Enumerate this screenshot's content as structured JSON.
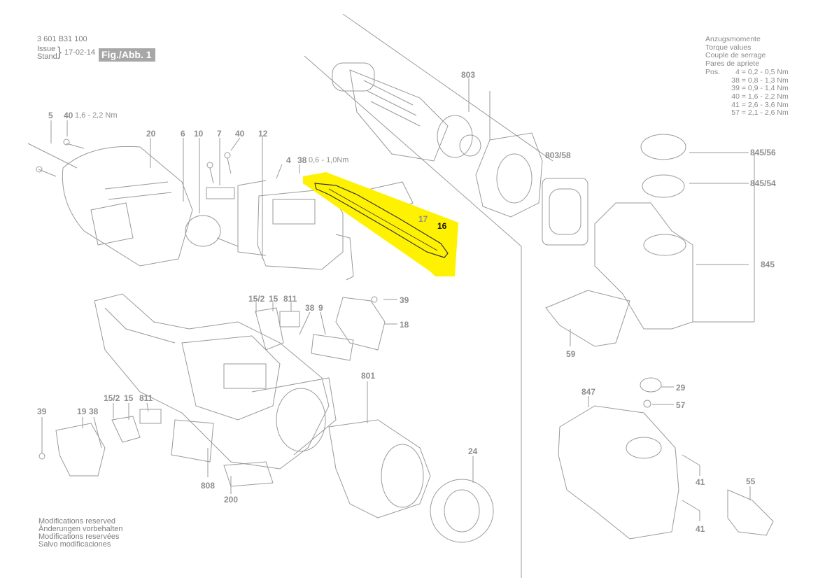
{
  "header": {
    "part_number": "3 601 B31 100",
    "issue_label": "Issue",
    "stand_label": "Stand",
    "date": "17-02-14",
    "figure_label": "Fig./Abb. 1"
  },
  "torque_values": {
    "headings": [
      "Anzugsmomente",
      "Torque values",
      "Couple de serrage",
      "Pares de apriete"
    ],
    "pos_label": "Pos.",
    "rows": [
      {
        "pos": "4 =",
        "value": "0,2 - 0,5 Nm"
      },
      {
        "pos": "38 =",
        "value": "0,8 - 1,3 Nm"
      },
      {
        "pos": "39 =",
        "value": "0,9 - 1,4 Nm"
      },
      {
        "pos": "40 =",
        "value": "1,6 - 2,2 Nm"
      },
      {
        "pos": "41 =",
        "value": "2,6 - 3,6 Nm"
      },
      {
        "pos": "57 =",
        "value": "2,1 - 2,6 Nm"
      }
    ]
  },
  "footer": {
    "lines": [
      "Modifications reserved",
      "Änderungen vorbehalten",
      "Modifications reservées",
      "Salvo modificaciones"
    ]
  },
  "labels": {
    "p5": "5",
    "p40a": "40",
    "p40a_torque": "1,6 - 2,2 Nm",
    "p20": "20",
    "p6": "6",
    "p10": "10",
    "p7": "7",
    "p40b": "40",
    "p12": "12",
    "p4": "4",
    "p38a": "38",
    "p38a_torque": "0,6 - 1,0Nm",
    "p803": "803",
    "p803_58": "803/58",
    "p17": "17",
    "p16": "16",
    "p845_56": "845/56",
    "p845_54": "845/54",
    "p845": "845",
    "p15_2a": "15/2",
    "p15a": "15",
    "p811a": "811",
    "p38b": "38",
    "p9": "9",
    "p39a": "39",
    "p18": "18",
    "p59": "59",
    "p801": "801",
    "p15_2b": "15/2",
    "p15b": "15",
    "p811b": "811",
    "p39b": "39",
    "p19": "19",
    "p38c": "38",
    "p847": "847",
    "p29": "29",
    "p57": "57",
    "p24": "24",
    "p808": "808",
    "p200": "200",
    "p41a": "41",
    "p41b": "41",
    "p55": "55"
  },
  "highlight": {
    "part": "16",
    "color": "#fff200"
  }
}
